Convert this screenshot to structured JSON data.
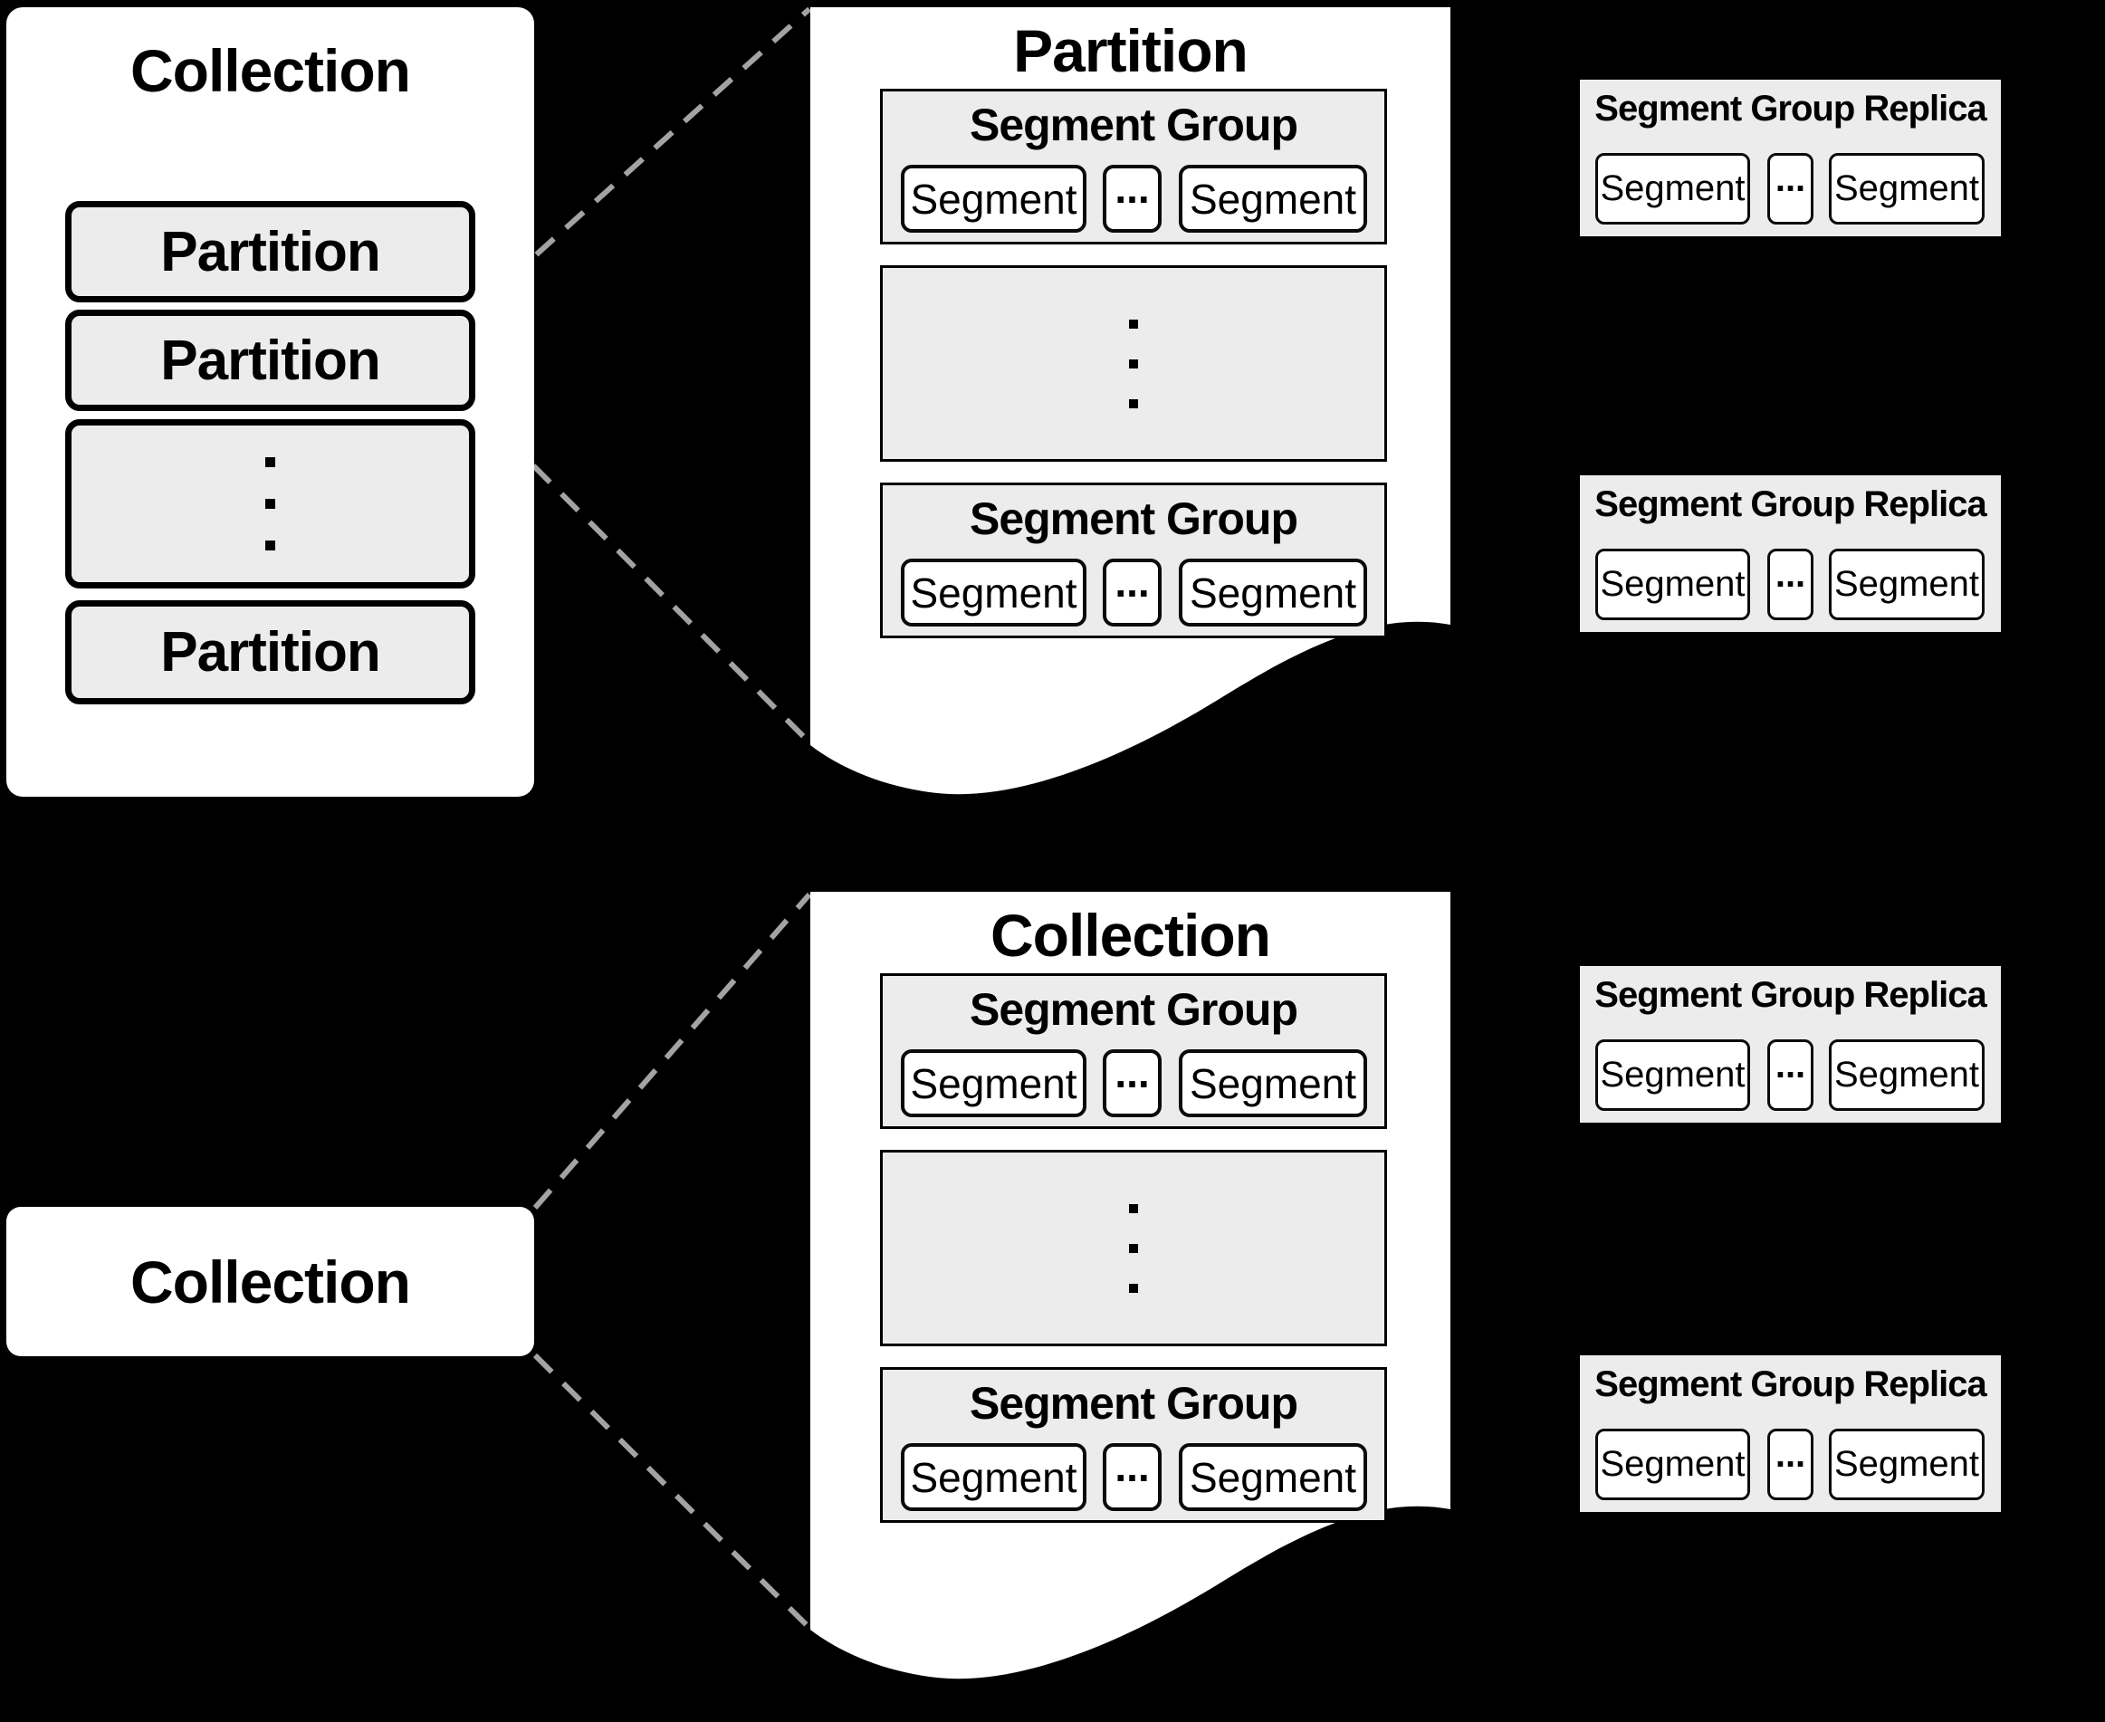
{
  "colors": {
    "background": "#000000",
    "paper": "#ffffff",
    "box_fill": "#ececec",
    "border": "#000000",
    "dashed_line": "#a3a3a3"
  },
  "collection_panel": {
    "title": "Collection",
    "partitions": [
      {
        "label": "Partition"
      },
      {
        "label": "Partition"
      },
      {
        "label": "Partition"
      }
    ]
  },
  "collection_chip": {
    "title": "Collection"
  },
  "partition_paper": {
    "title": "Partition",
    "segment_groups": [
      {
        "title": "Segment Group",
        "segments": [
          "Segment",
          "Segment"
        ],
        "ellipsis": "..."
      },
      {
        "title": "Segment Group",
        "segments": [
          "Segment",
          "Segment"
        ],
        "ellipsis": "..."
      }
    ]
  },
  "collection_paper": {
    "title": "Collection",
    "segment_groups": [
      {
        "title": "Segment Group",
        "segments": [
          "Segment",
          "Segment"
        ],
        "ellipsis": "..."
      },
      {
        "title": "Segment Group",
        "segments": [
          "Segment",
          "Segment"
        ],
        "ellipsis": "..."
      }
    ]
  },
  "replicas": [
    {
      "title": "Segment Group Replica",
      "segments": [
        "Segment",
        "Segment"
      ],
      "ellipsis": "..."
    },
    {
      "title": "Segment Group Replica",
      "segments": [
        "Segment",
        "Segment"
      ],
      "ellipsis": "..."
    },
    {
      "title": "Segment Group Replica",
      "segments": [
        "Segment",
        "Segment"
      ],
      "ellipsis": "..."
    },
    {
      "title": "Segment Group Replica",
      "segments": [
        "Segment",
        "Segment"
      ],
      "ellipsis": "..."
    }
  ]
}
